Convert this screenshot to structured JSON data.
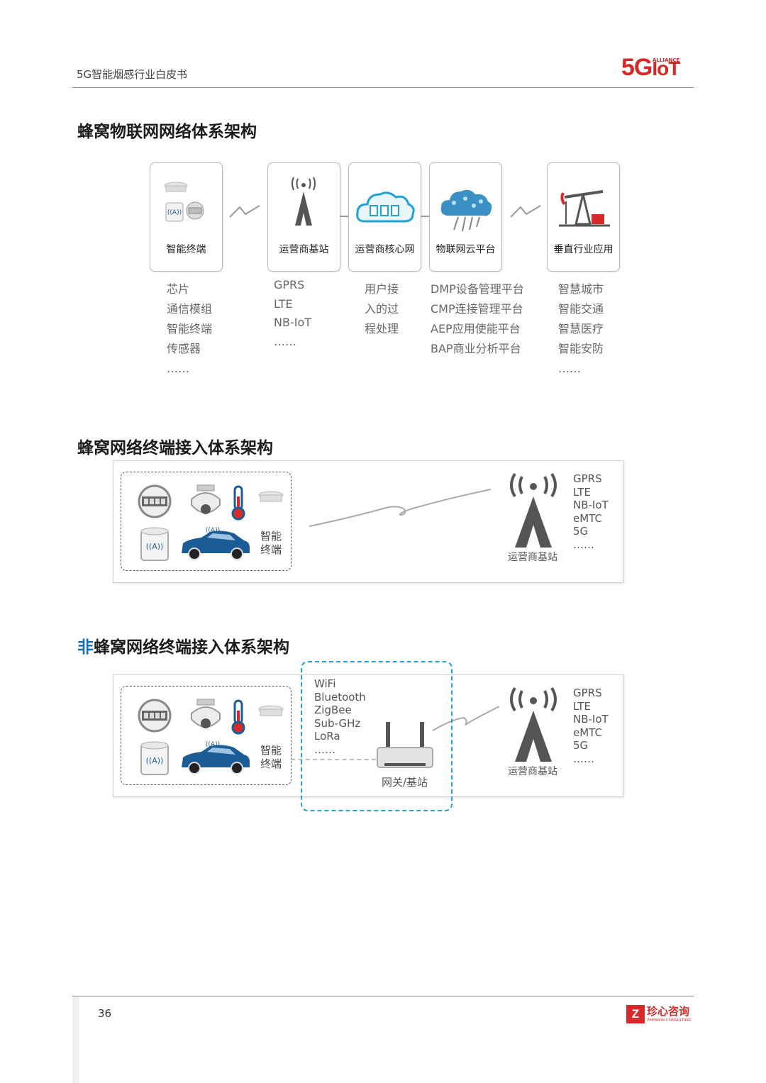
{
  "header": {
    "doc_title": "5G智能烟感行业白皮书",
    "logo_main": "5G",
    "logo_iot": "IoT",
    "logo_alliance": "ALLIANCE"
  },
  "section1": {
    "title": "蜂窝物联网网络体系架构",
    "cards": [
      {
        "label": "智能终端"
      },
      {
        "label": "运营商基站"
      },
      {
        "label": "运营商核心网"
      },
      {
        "label": "物联网云平台"
      },
      {
        "label": "垂直行业应用"
      }
    ],
    "lists": [
      [
        "芯片",
        "通信模组",
        "智能终端",
        "传感器",
        "……"
      ],
      [
        "GPRS",
        "LTE",
        "NB-IoT",
        "……"
      ],
      [
        "用户接",
        "入的过",
        "程处理"
      ],
      [
        "DMP设备管理平台",
        "CMP连接管理平台",
        "AEP应用使能平台",
        "BAP商业分析平台"
      ],
      [
        "智慧城市",
        "智能交通",
        "智慧医疗",
        "智能安防",
        "……"
      ]
    ]
  },
  "section2": {
    "title": "蜂窝网络终端接入体系架构",
    "terminal_label_1": "智能",
    "terminal_label_2": "终端",
    "station_label": "运营商基站",
    "protocols": [
      "GPRS",
      "LTE",
      "NB-IoT",
      "eMTC",
      "5G",
      "……"
    ]
  },
  "section3": {
    "title_accent": "非",
    "title_rest": "蜂窝网络终端接入体系架构",
    "terminal_label_1": "智能",
    "terminal_label_2": "终端",
    "local_protocols": [
      "WiFi",
      "Bluetooth",
      "ZigBee",
      "Sub-GHz",
      "LoRa",
      "……"
    ],
    "gateway_label": "网关/基站",
    "station_label": "运营商基站",
    "protocols": [
      "GPRS",
      "LTE",
      "NB-IoT",
      "eMTC",
      "5G",
      "……"
    ]
  },
  "footer": {
    "page_number": "36",
    "brand_mark": "Z",
    "brand_name": "珍心咨询",
    "brand_sub": "ZHENXIN CONSULTING"
  },
  "colors": {
    "brand_red": "#d62a2a",
    "accent_blue": "#1a6fb3",
    "dashed_blue": "#1fa3d6",
    "car_blue": "#1b5c96"
  }
}
